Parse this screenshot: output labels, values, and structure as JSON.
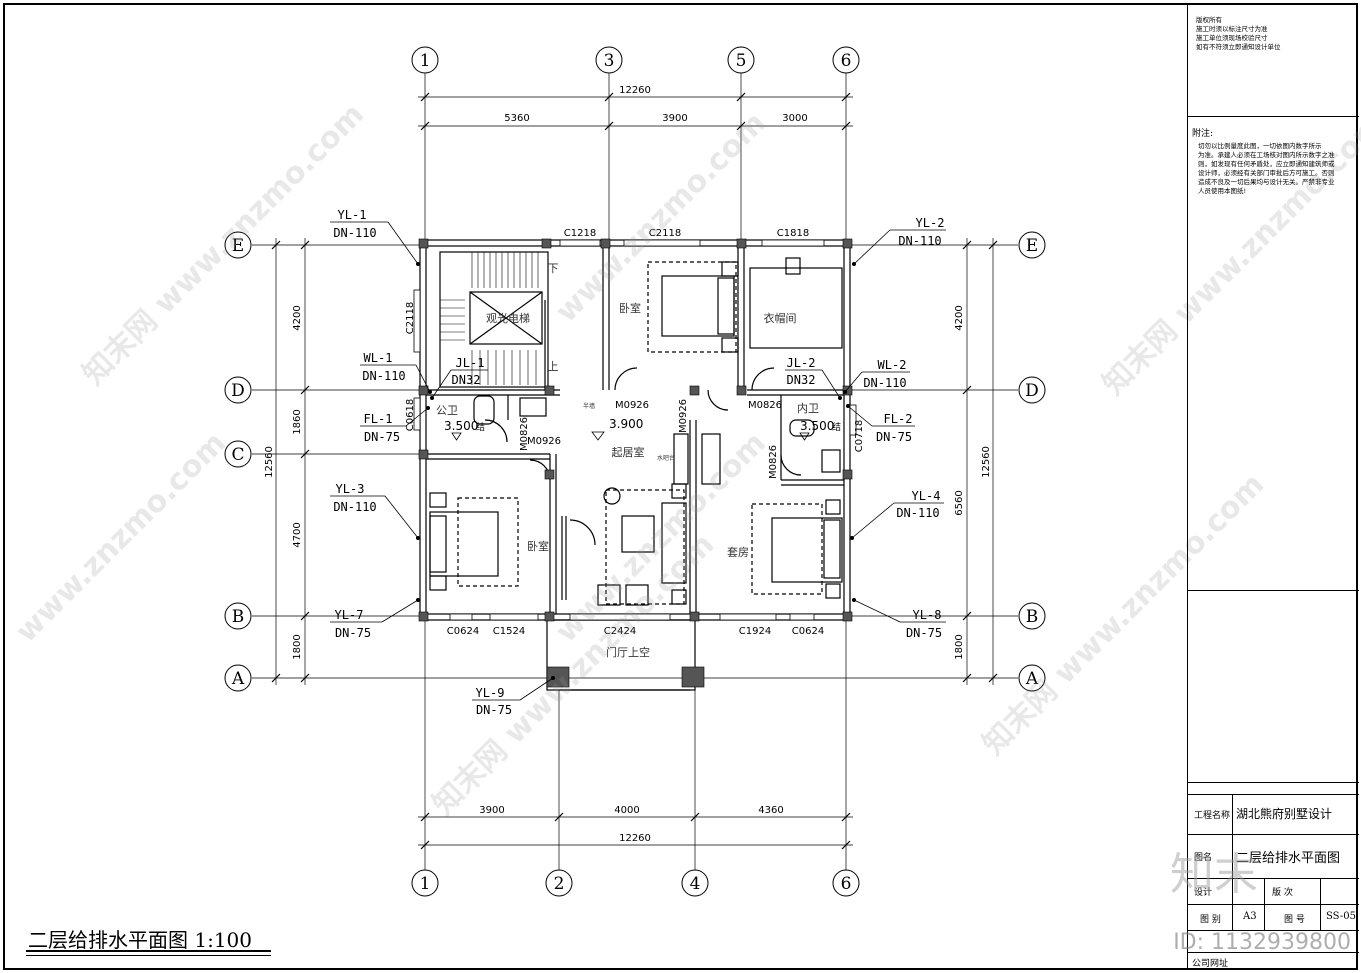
{
  "drawing_title": "二层给排水平面图 1:100",
  "axes": {
    "top": [
      "1",
      "3",
      "5",
      "6"
    ],
    "bottom": [
      "1",
      "2",
      "4",
      "6"
    ],
    "rows": [
      "E",
      "D",
      "C",
      "B",
      "A"
    ]
  },
  "dims": {
    "top_total": "12260",
    "top_parts": [
      "5360",
      "3900",
      "3000"
    ],
    "bottom_total": "12260",
    "bottom_parts": [
      "3900",
      "4000",
      "4360"
    ],
    "left_total": "12560",
    "left_parts": [
      "4200",
      "1860",
      "4700",
      "1800"
    ],
    "right_total": "12560",
    "right_parts": [
      "4200",
      "6560",
      "1800"
    ]
  },
  "pipes": [
    {
      "id": "YL-1",
      "dn": "DN-110"
    },
    {
      "id": "YL-2",
      "dn": "DN-110"
    },
    {
      "id": "WL-1",
      "dn": "DN-110"
    },
    {
      "id": "JL-1",
      "dn": "DN32"
    },
    {
      "id": "JL-2",
      "dn": "DN32"
    },
    {
      "id": "WL-2",
      "dn": "DN-110"
    },
    {
      "id": "FL-1",
      "dn": "DN-75"
    },
    {
      "id": "FL-2",
      "dn": "DN-75"
    },
    {
      "id": "YL-3",
      "dn": "DN-110"
    },
    {
      "id": "YL-4",
      "dn": "DN-110"
    },
    {
      "id": "YL-7",
      "dn": "DN-75"
    },
    {
      "id": "YL-8",
      "dn": "DN-75"
    },
    {
      "id": "YL-9",
      "dn": "DN-75"
    }
  ],
  "rooms": {
    "elevator": "观光电梯",
    "bedroom1": "卧室",
    "cloakroom": "衣帽间",
    "public_wc": "公卫",
    "private_wc": "内卫",
    "living": "起居室",
    "bedroom2": "卧室",
    "suite": "套房",
    "hall_void": "门厅上空",
    "stair_down": "下",
    "stair_up": "上",
    "handrail": "半墙",
    "water_bar": "水吧台"
  },
  "elevations": {
    "wc1": "3.500",
    "wc1_suffix": "结",
    "living": "3.900",
    "wc2": "3.500",
    "wc2_suffix": "结"
  },
  "openings": {
    "c1218": "C1218",
    "c2118a": "C2118",
    "c1818": "C1818",
    "c2118b": "C2118",
    "m0926a": "M0926",
    "m0926b": "M0926",
    "m0826a": "M0826",
    "m0926c": "M0926",
    "m0826b": "M0826",
    "m0826c": "M0826",
    "c0618": "C0618",
    "c0718": "C0718",
    "c0624a": "C0624",
    "c1524": "C1524",
    "c2424": "C2424",
    "c1924": "C1924",
    "c0624b": "C0624"
  },
  "title_block": {
    "copyright_notes": "版权所有\n施工时须以标注尺寸为准\n施工单位须现场校验尺寸\n如有不符须立即通知设计单位",
    "notes_title": "附注:",
    "notes_body": "切勿以比例量度此图，一切依图内数字所示\n为准。承建人必须在工场核对图内所示数字之准\n则，如发现有任何矛盾处，应立即通知建筑师或\n设计师，必须经有关部门审批后方可施工。否则\n造成不良及一切后果均与设计无关。严禁非专业\n人员使用本图纸!",
    "project_label": "工程名称",
    "project_name": "湖北熊府别墅设计",
    "drawing_label": "图名",
    "drawing_name": "二层给排水平面图",
    "design_label": "设计",
    "version_label": "版 次",
    "category_label": "图 别",
    "category_value": "A3",
    "number_label": "图 号",
    "number_value": "SS-05",
    "website_label": "公司网址"
  },
  "watermarks": [
    "知末网 www.znzmo.com",
    "www.znzmo.com",
    "知末网 www.znzmo.com",
    "www.znzmo.com",
    "www.znzmo.com",
    "知末网 www.znzmo.com",
    "知末网 www.znzmo.com"
  ],
  "brand_logo": "知末",
  "brand_id": "ID: 1132939800"
}
